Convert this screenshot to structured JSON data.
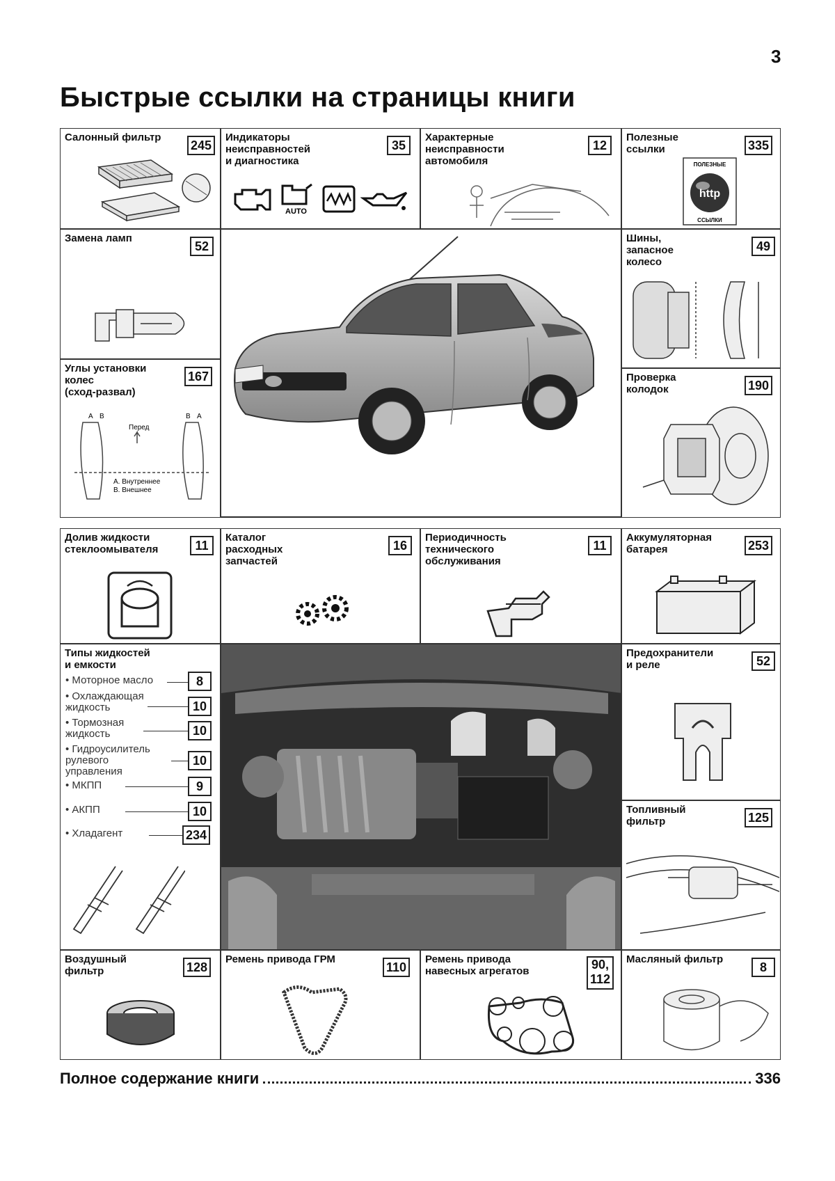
{
  "page_number": "3",
  "title": "Быстрые ссылки на страницы книги",
  "cells": {
    "cabin_filter": {
      "label": "Салонный фильтр",
      "page": "245"
    },
    "indicators": {
      "label": "Индикаторы\nнеисправностей\nи диагностика",
      "page": "35",
      "auto_label": "AUTO"
    },
    "characteristics": {
      "label": "Характерные\nнеисправности\nавтомобиля",
      "page": "12"
    },
    "useful_links": {
      "label": "Полезные\nссылки",
      "page": "335",
      "badge_top": "ПОЛЕЗНЫЕ",
      "badge_mid": "http",
      "badge_bottom": "ССЫЛКИ"
    },
    "lamps": {
      "label": "Замена ламп",
      "page": "52"
    },
    "tires": {
      "label": "Шины,\nзапасное\nколесо",
      "page": "49"
    },
    "wheel_alignment": {
      "label": "Углы установки\nколес\n(сход-развал)",
      "page": "167",
      "front_label": "Перед",
      "legend_a": "A. Внутреннее",
      "legend_b": "B. Внешнее",
      "mark_a": "A",
      "mark_b": "B"
    },
    "brake_pads": {
      "label": "Проверка\nколодок",
      "page": "190"
    },
    "washer_fluid": {
      "label": "Долив жидкости\nстеклоомывателя",
      "page": "11"
    },
    "parts_catalog": {
      "label": "Каталог\nрасходных\nзапчастей",
      "page": "16"
    },
    "maintenance": {
      "label": "Периодичность\nтехнического\nобслуживания",
      "page": "11"
    },
    "battery": {
      "label": "Аккумуляторная\nбатарея",
      "page": "253"
    },
    "fluids": {
      "label": "Типы жидкостей\nи емкости",
      "items": [
        {
          "text": "• Моторное масло",
          "page": "8"
        },
        {
          "text": "• Охлаждающая\n  жидкость",
          "page": "10"
        },
        {
          "text": "• Тормозная\n  жидкость",
          "page": "10"
        },
        {
          "text": "• Гидроусилитель\n  рулевого\n  управления",
          "page": "10"
        },
        {
          "text": "• МКПП",
          "page": "9"
        },
        {
          "text": "• АКПП",
          "page": "10"
        },
        {
          "text": "• Хладагент",
          "page": "234"
        }
      ]
    },
    "fuses": {
      "label": "Предохранители\nи реле",
      "page": "52"
    },
    "fuel_filter": {
      "label": "Топливный\nфильтр",
      "page": "125"
    },
    "air_filter": {
      "label": "Воздушный\nфильтр",
      "page": "128"
    },
    "timing_belt": {
      "label": "Ремень привода ГРМ",
      "page": "110"
    },
    "accessory_belt": {
      "label": "Ремень привода\nнавесных агрегатов",
      "page": "90,\n112"
    },
    "oil_filter": {
      "label": "Масляный фильтр",
      "page": "8"
    }
  },
  "toc": {
    "label": "Полное содержание книги",
    "page": "336"
  }
}
